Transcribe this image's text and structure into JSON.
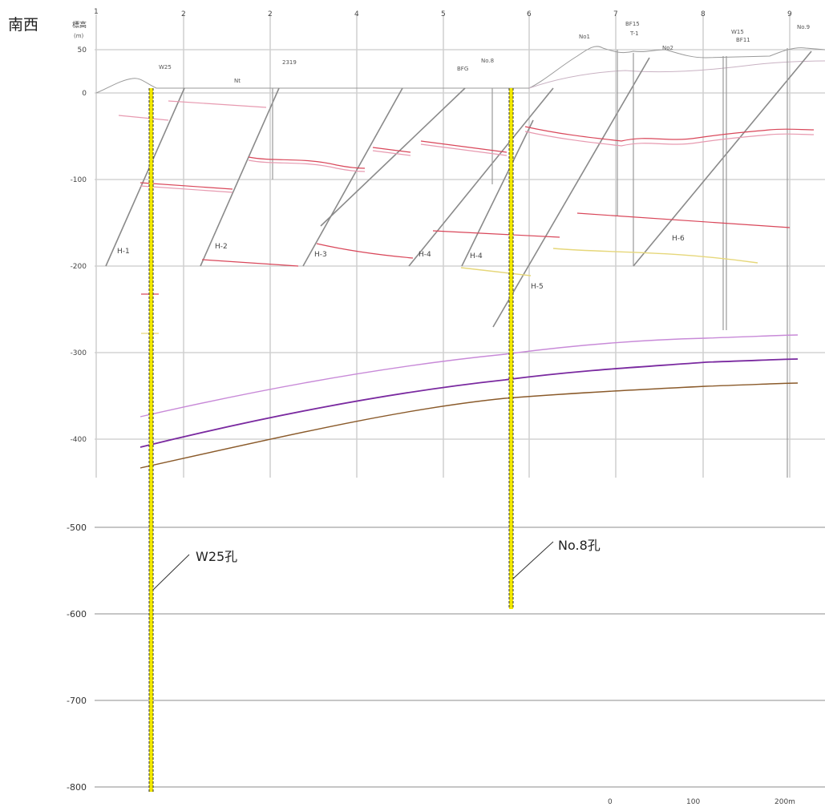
{
  "direction_label": "南西",
  "axis": {
    "title": "標高",
    "unit": "(m)",
    "ticks_upper": [
      "50",
      "0",
      "-100",
      "-200",
      "-300",
      "-400"
    ],
    "ticks_lower": [
      "-500",
      "-600",
      "-700",
      "-800"
    ]
  },
  "section_lines": [
    "1",
    "2",
    "2",
    "4",
    "5",
    "6",
    "7",
    "8",
    "9"
  ],
  "fault_labels": [
    "H-1",
    "H-2",
    "H-3",
    "H-4",
    "H-4",
    "H-5",
    "H-6"
  ],
  "borehole_labels": {
    "w25": "W25",
    "b2319": "2319",
    "nr": "Nt",
    "bfg": "BFG",
    "no8": "No.8",
    "no1": "No1",
    "bf15": "BF15",
    "t1": "T-1",
    "no2": "No2",
    "w15": "W15",
    "bf11": "BF11",
    "no9": "No.9"
  },
  "callouts": {
    "w25": "W25孔",
    "no8": "No.8孔"
  },
  "scale_bar": {
    "labels": [
      "0",
      "100",
      "200m"
    ]
  },
  "colors": {
    "fault_line": "#8a8a8a",
    "red_horizon": "#d9475a",
    "pink_horizon": "#e79ab0",
    "yellow_horizon": "#e6d77a",
    "violet_upper": "#c88ad8",
    "violet_mid": "#7a2aa0",
    "brown_lower": "#8a5a2a",
    "borehole_fill": "#f2e800",
    "borehole_dash": "#333333"
  }
}
